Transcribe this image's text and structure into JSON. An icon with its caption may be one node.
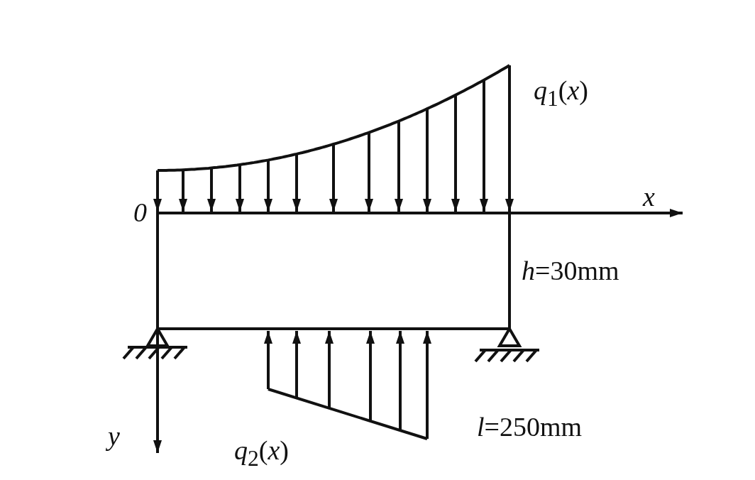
{
  "diagram": {
    "labels": [
      "*q*$_{1}$(*x*)",
      "x",
      "0",
      "*h*=30mm",
      "y",
      "*q*$_{2}$(*x*)",
      "*l*=250mm"
    ]
  }
}
